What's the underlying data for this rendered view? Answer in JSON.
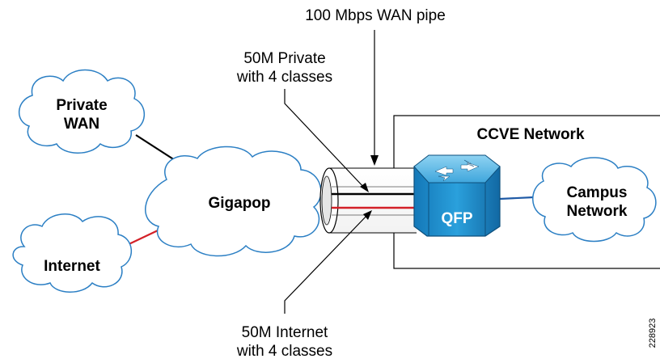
{
  "labels": {
    "wan_pipe": "100 Mbps WAN pipe",
    "private_line1": "50M Private",
    "private_line2": "with 4 classes",
    "internet_line1": "50M Internet",
    "internet_line2": "with 4 classes",
    "ccve": "CCVE Network"
  },
  "clouds": {
    "private_wan_line1": "Private",
    "private_wan_line2": "WAN",
    "gigapop": "Gigapop",
    "internet": "Internet",
    "campus_line1": "Campus",
    "campus_line2": "Network"
  },
  "router": {
    "label": "QFP"
  },
  "figure_id": "228923",
  "colors": {
    "private_link": "#000000",
    "internet_link": "#d32027",
    "campus_link": "#1f5aa6",
    "cloud_fill": "#ffffff",
    "cloud_stroke": "#2b7fc4",
    "router_body": "#1a8fd0",
    "router_top": "#58b8e8"
  }
}
